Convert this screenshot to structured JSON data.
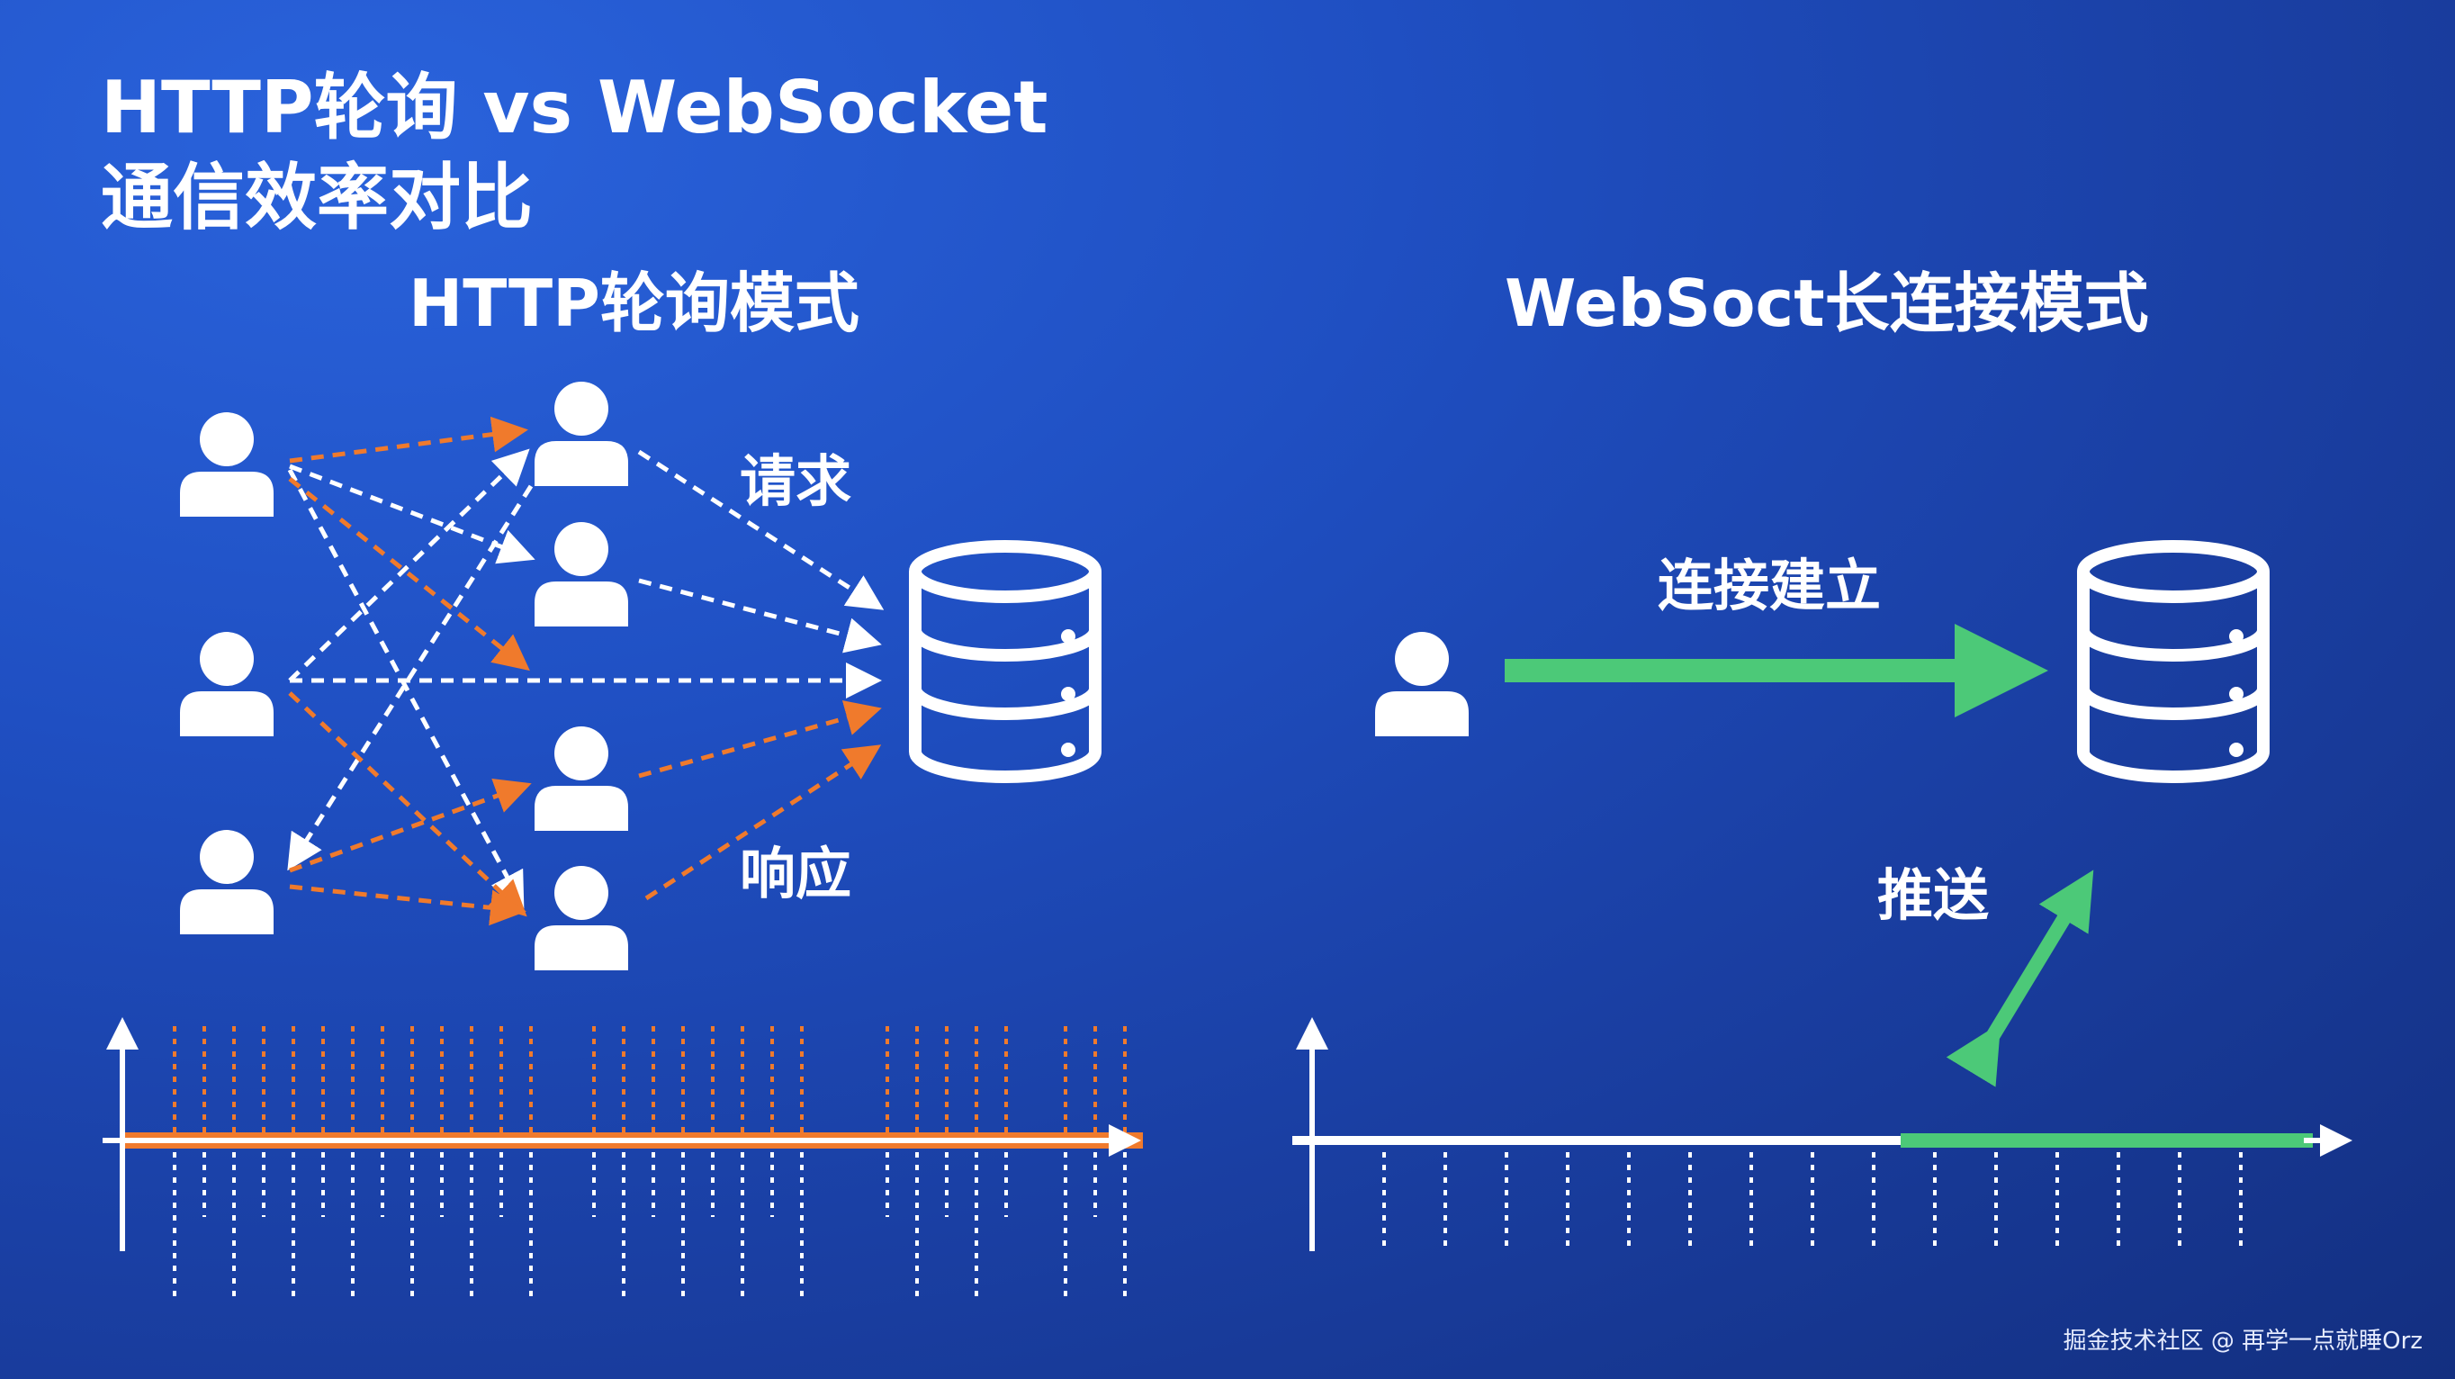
{
  "title": {
    "line1": "HTTP轮询 vs WebSocket",
    "line2": "通信效率对比"
  },
  "left_panel": {
    "heading": "HTTP轮询模式",
    "request_label": "请求",
    "response_label": "响应"
  },
  "right_panel": {
    "heading": "WebSoct长连接模式",
    "connect_label": "连接建立",
    "push_label": "推送"
  },
  "watermark": "掘金技术社区 @ 再学一点就睡Orz",
  "colors": {
    "background": "#1f4fc2",
    "request_arrow": "#ffffff",
    "response_arrow": "#f07a2c",
    "websocket_arrow": "#4cc978",
    "axis": "#ffffff"
  },
  "icons": {
    "client": "user-icon",
    "server": "database-icon"
  }
}
